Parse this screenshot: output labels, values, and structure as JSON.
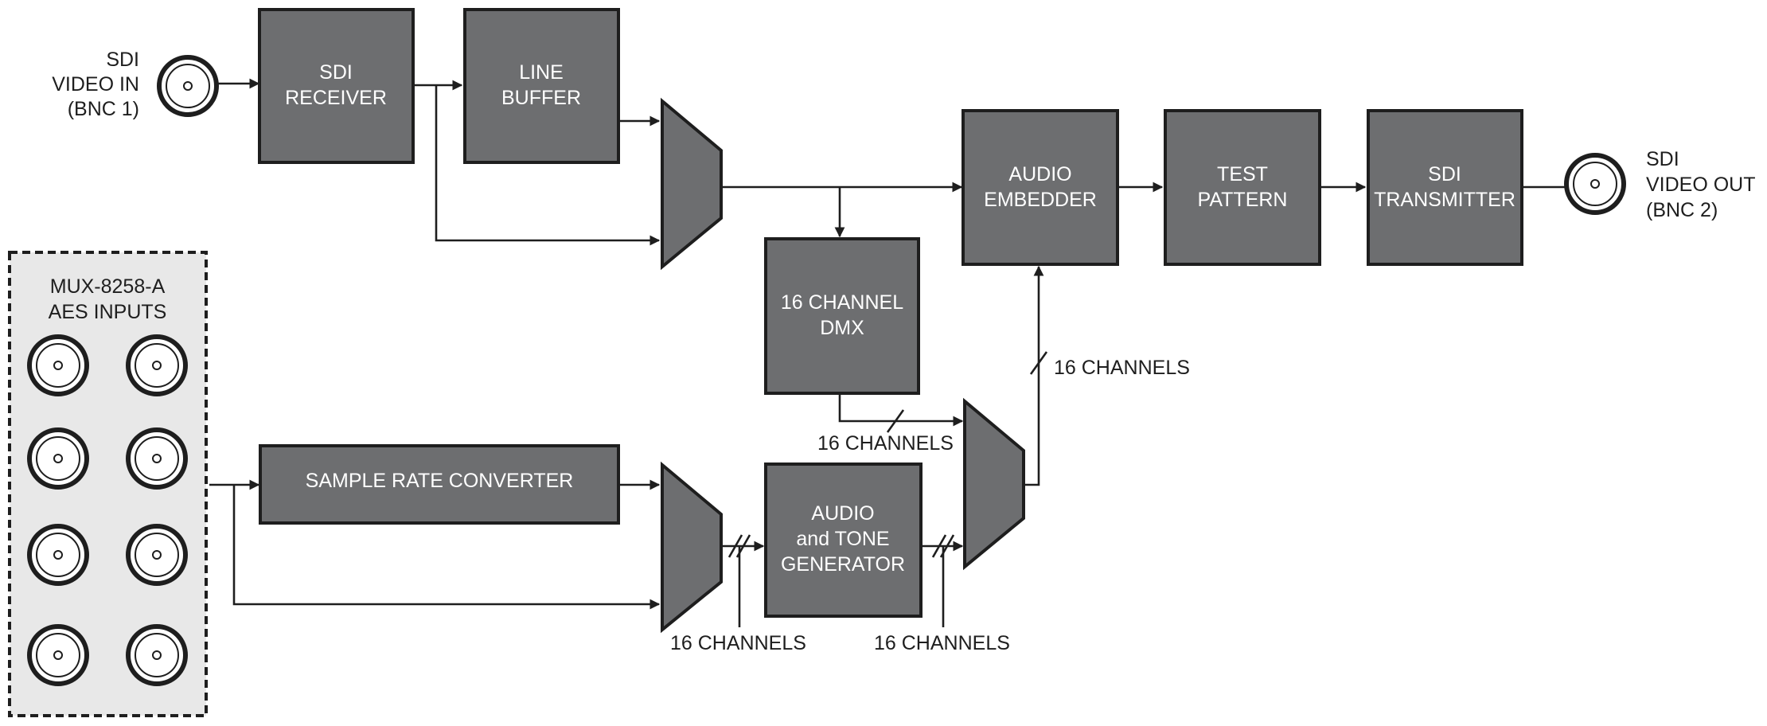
{
  "colors": {
    "block_fill": "#6d6e70",
    "block_stroke": "#1e1e1e",
    "block_text": "#ffffff",
    "panel_fill": "#e8e8e8",
    "line": "#1e1e1e"
  },
  "input_connector": {
    "lines": [
      "SDI",
      "VIDEO IN",
      "(BNC 1)"
    ],
    "icon": "bnc-connector-icon"
  },
  "output_connector": {
    "lines": [
      "SDI",
      "VIDEO OUT",
      "(BNC 2)"
    ],
    "icon": "bnc-connector-icon"
  },
  "aes_panel": {
    "lines": [
      "MUX-8258-A",
      "AES INPUTS"
    ],
    "connector_count": 8
  },
  "blocks": {
    "sdi_receiver": [
      "SDI",
      "RECEIVER"
    ],
    "line_buffer": [
      "LINE",
      "BUFFER"
    ],
    "audio_embedder": [
      "AUDIO",
      "EMBEDDER"
    ],
    "test_pattern": [
      "TEST",
      "PATTERN"
    ],
    "sdi_transmitter": [
      "SDI",
      "TRANSMITTER"
    ],
    "channel_dmx": [
      "16 CHANNEL",
      "DMX"
    ],
    "sample_rate_converter": [
      "SAMPLE RATE CONVERTER"
    ],
    "tone_generator": [
      "AUDIO",
      "and TONE",
      "GENERATOR"
    ]
  },
  "bus_labels": {
    "embedder_input": "16 CHANNELS",
    "dmx_output": "16 CHANNELS",
    "mux_output": "16 CHANNELS",
    "generator_output": "16 CHANNELS"
  }
}
